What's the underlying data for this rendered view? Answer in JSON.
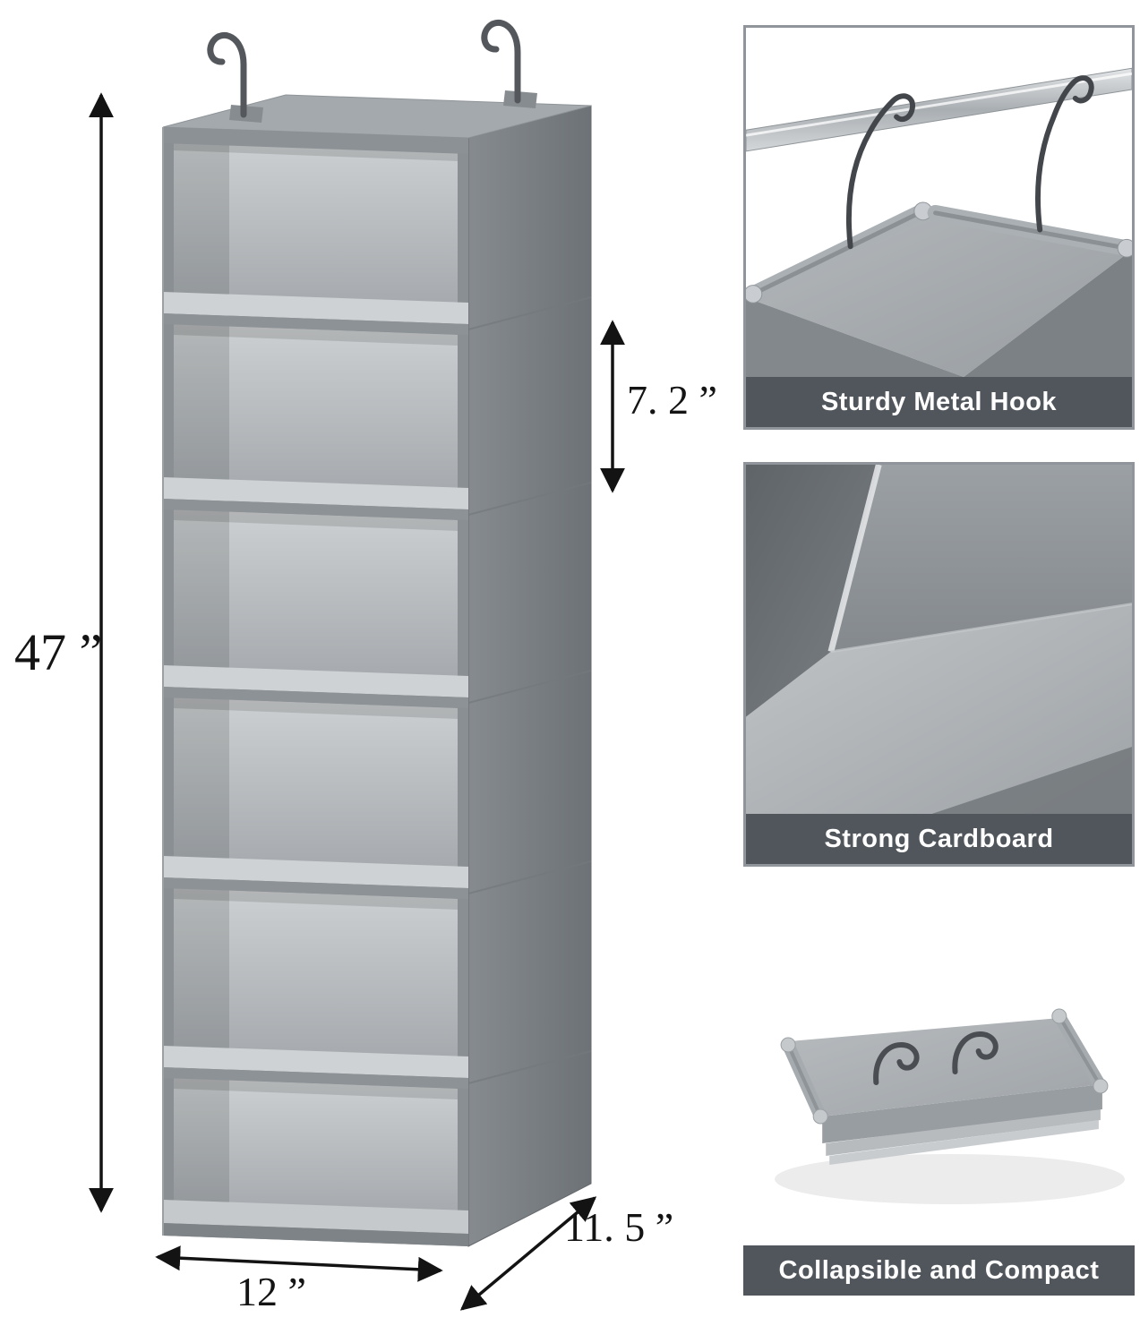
{
  "product": {
    "subject": "hanging closet organizer with six shelves"
  },
  "dimensions": {
    "height_label": "47 ”",
    "shelf_height_label": "7. 2 ”",
    "width_label": "12 ”",
    "depth_label": "11. 5 ”"
  },
  "callouts": [
    {
      "caption": "Sturdy Metal Hook"
    },
    {
      "caption": "Strong Cardboard"
    },
    {
      "caption": "Collapsible and Compact"
    }
  ],
  "colors": {
    "caption_bar": "#50565c",
    "caption_text": "#ffffff",
    "fabric_gray": "#8a8f93",
    "fabric_dark": "#6d7276",
    "interior_light": "#cdd0d2",
    "dimension_line": "#131313"
  }
}
